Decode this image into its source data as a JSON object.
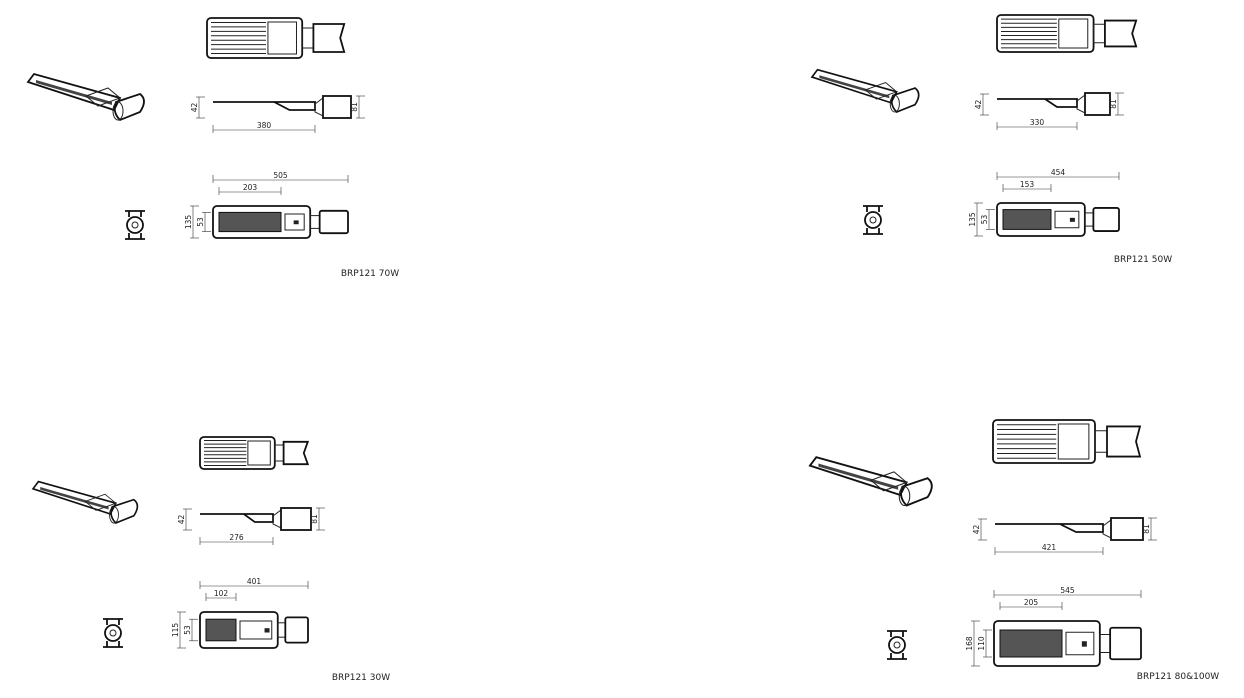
{
  "panels": [
    {
      "label": "BRP121 70W",
      "dims": {
        "height": "42",
        "bracket": "81",
        "body_length": "380",
        "overall_length": "505",
        "led_length": "203",
        "width": "135",
        "led_width": "53"
      }
    },
    {
      "label": "BRP121 50W",
      "dims": {
        "height": "42",
        "bracket": "81",
        "body_length": "330",
        "overall_length": "454",
        "led_length": "153",
        "width": "135",
        "led_width": "53"
      }
    },
    {
      "label": "BRP121 30W",
      "dims": {
        "height": "42",
        "bracket": "81",
        "body_length": "276",
        "overall_length": "401",
        "led_length": "102",
        "width": "115",
        "led_width": "53"
      }
    },
    {
      "label": "BRP121 80&100W",
      "dims": {
        "height": "42",
        "bracket": "81",
        "body_length": "421",
        "overall_length": "545",
        "led_length": "205",
        "width": "168",
        "led_width": "110"
      }
    }
  ]
}
